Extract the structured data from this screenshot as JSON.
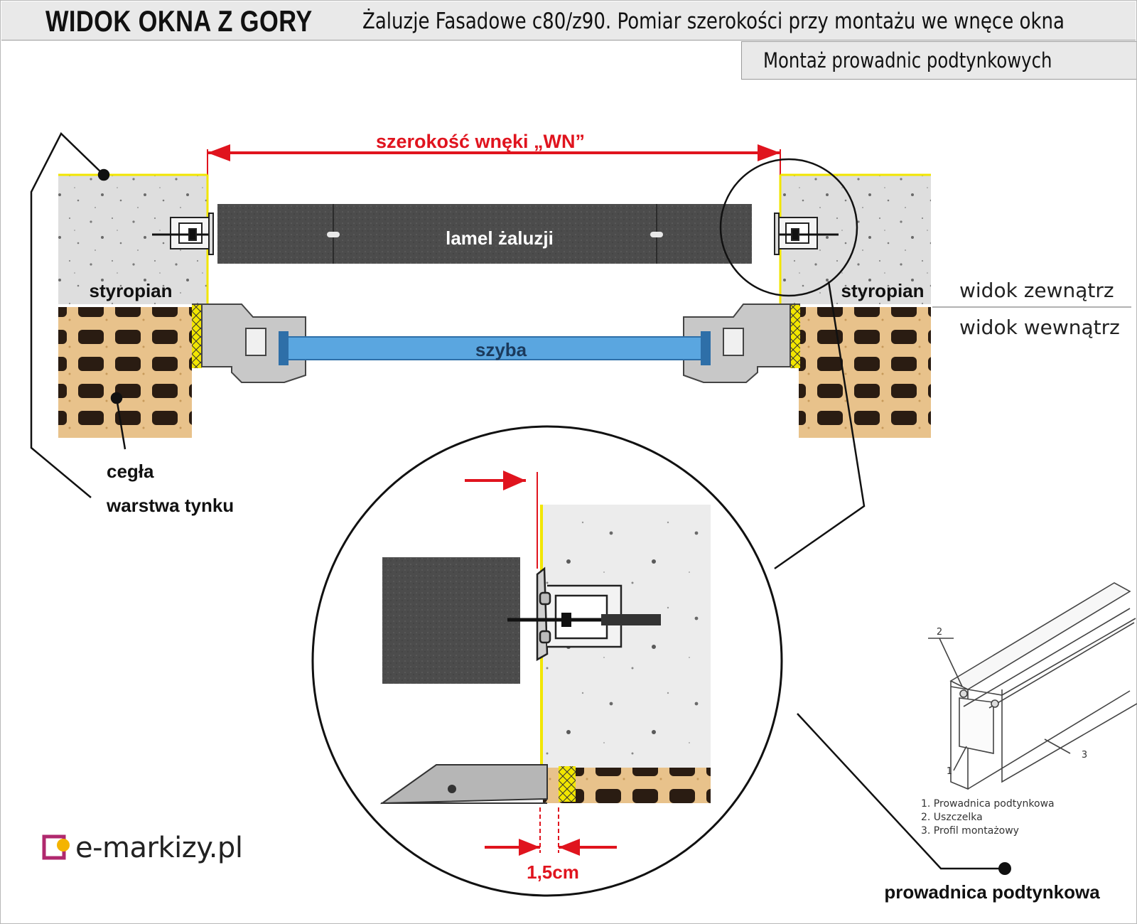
{
  "header": {
    "title": "WIDOK OKNA Z GORY",
    "subtitle": "Żaluzje Fasadowe c80/z90.  Pomiar szerokości przy montażu we wnęce okna",
    "section": "Montaż prowadnic podtynkowych"
  },
  "labels": {
    "width_dim": "szerokość wnęki „WN”",
    "slat": "lamel żaluzji",
    "styrofoam_left": "styropian",
    "styrofoam_right": "styropian",
    "glass": "szyba",
    "brick": "cegła",
    "plaster": "warstwa tynku",
    "view_outside": "widok zewnątrz",
    "view_inside": "widok wewnątrz",
    "gap_dim": "1,5cm",
    "guide": "prowadnica podtynkowa"
  },
  "profile_legend": {
    "callouts": [
      "1",
      "2",
      "3"
    ],
    "items": [
      "1. Prowadnica podtynkowa",
      "2. Uszczelka",
      "3. Profil montażowy"
    ]
  },
  "logo": {
    "text": "e-markizy.pl"
  },
  "colors": {
    "dimension_red": "#e0141e",
    "glass_blue": "#5aa6e0",
    "slat_gray": "#4a4a4a",
    "styrofoam": "#dcdcdc",
    "brick": "#e7c088",
    "plaster_yellow": "#f2e600",
    "frame_gray": "#c8c8c8"
  }
}
